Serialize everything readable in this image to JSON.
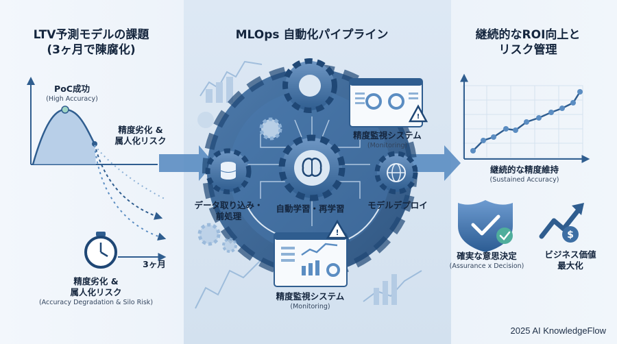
{
  "left": {
    "title_line1": "LTV予測モデルの課題",
    "title_line2": "(3ヶ月で陳腐化)",
    "poc_label": "PoC成功",
    "poc_sub": "(High Accuracy)",
    "degrade_label_line1": "精度劣化 &",
    "degrade_label_line2": "属人化リスク",
    "months_label": "3ヶ月",
    "bottom_label_line1": "精度劣化 &",
    "bottom_label_line2": "属人化リスク",
    "bottom_sub": "(Accuracy Degradation & Silo Risk)"
  },
  "center": {
    "title": "MLOps 自動化パイプライン",
    "monitor_top_label": "精度監視システム",
    "monitor_top_sub": "(Monitoring)",
    "ingest_line1": "データ取り込み・",
    "ingest_line2": "前処理",
    "retrain_label": "自動学習・再学習",
    "deploy_label": "モデルデプロイ",
    "monitor_bottom_label": "精度監視システム",
    "monitor_bottom_sub": "(Monitoring)"
  },
  "right": {
    "title_line1": "継続的なROI向上と",
    "title_line2": "リスク管理",
    "sustained_label": "継続的な精度維持",
    "sustained_sub": "(Sustained Accuracy)",
    "decision_label": "確実な意思決定",
    "decision_sub": "(Assurance x Decision)",
    "value_line1": "ビジネス価値",
    "value_line2": "最大化"
  },
  "footer": "2025 AI KnowledgeFlow",
  "colors": {
    "primary": "#2f5d8f",
    "accent": "#5b8dc2",
    "dark": "#14253d"
  }
}
